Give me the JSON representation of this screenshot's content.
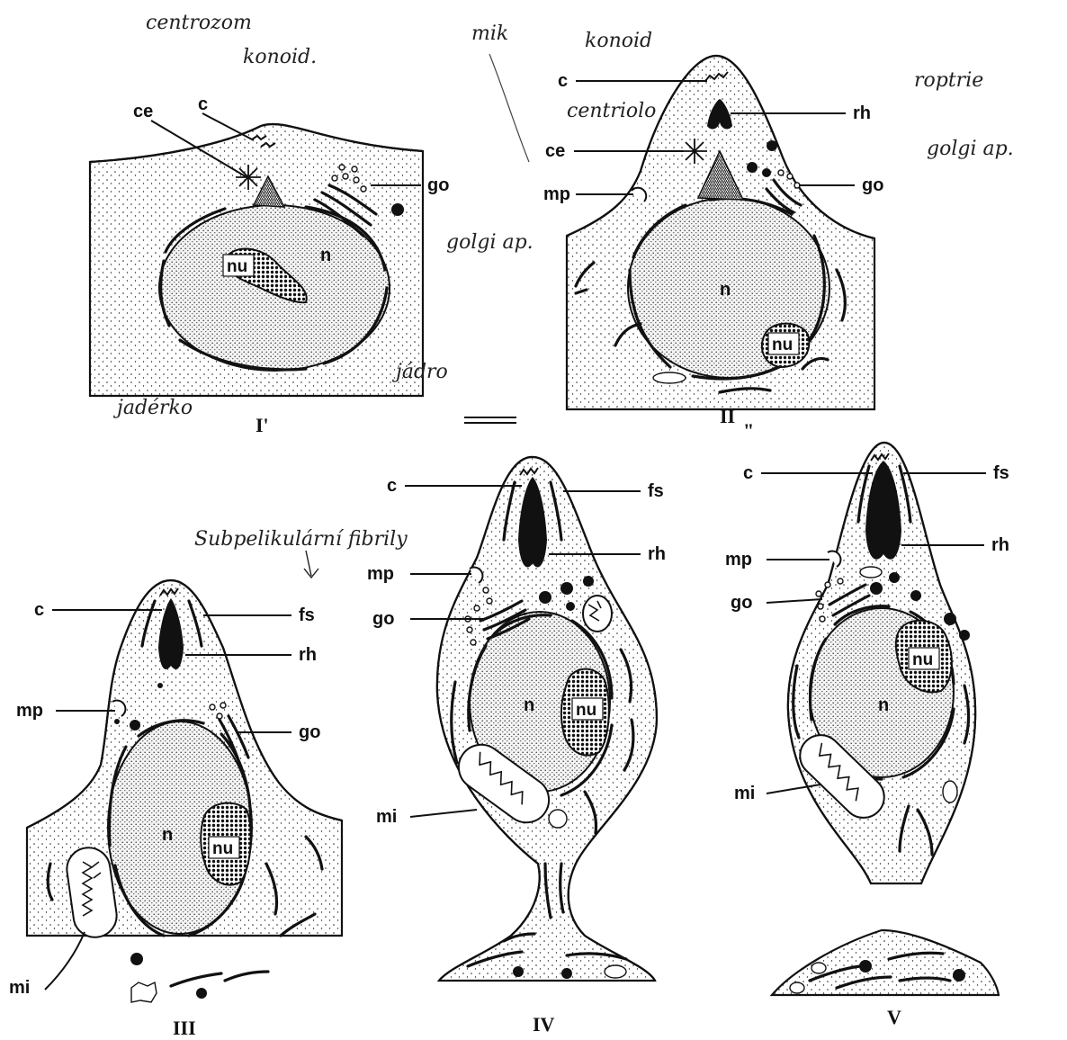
{
  "panels": [
    {
      "id": "I",
      "roman": "I'",
      "labels": {
        "ce": "ce",
        "c": "c",
        "go": "go",
        "n": "n",
        "nu": "nu"
      },
      "handwriting": [
        "centrozom",
        "konoid.",
        "golgi ap.",
        "jadérko",
        "jádro"
      ]
    },
    {
      "id": "II",
      "roman": "II",
      "roman_note": "\"",
      "labels": {
        "c": "c",
        "rh": "rh",
        "ce": "ce",
        "mp": "mp",
        "go": "go",
        "n": "n",
        "nu": "nu"
      },
      "handwriting": [
        "konoid",
        "centriolo",
        "roptrie",
        "golgi ap."
      ]
    },
    {
      "id": "III",
      "roman": "III",
      "labels": {
        "c": "c",
        "fs": "fs",
        "rh": "rh",
        "mp": "mp",
        "go": "go",
        "n": "n",
        "nu": "nu",
        "mi": "mi"
      },
      "handwriting": [
        "Subpelikulární fibrily"
      ]
    },
    {
      "id": "IV",
      "roman": "IV",
      "labels": {
        "c": "c",
        "fs": "fs",
        "rh": "rh",
        "mp": "mp",
        "go": "go",
        "n": "n",
        "nu": "nu",
        "mi": "mi"
      }
    },
    {
      "id": "V",
      "roman": "V",
      "labels": {
        "c": "c",
        "fs": "fs",
        "rh": "rh",
        "mp": "mp",
        "go": "go",
        "n": "n",
        "nu": "nu",
        "mi": "mi"
      }
    }
  ],
  "stray_marks": [
    "mik"
  ]
}
